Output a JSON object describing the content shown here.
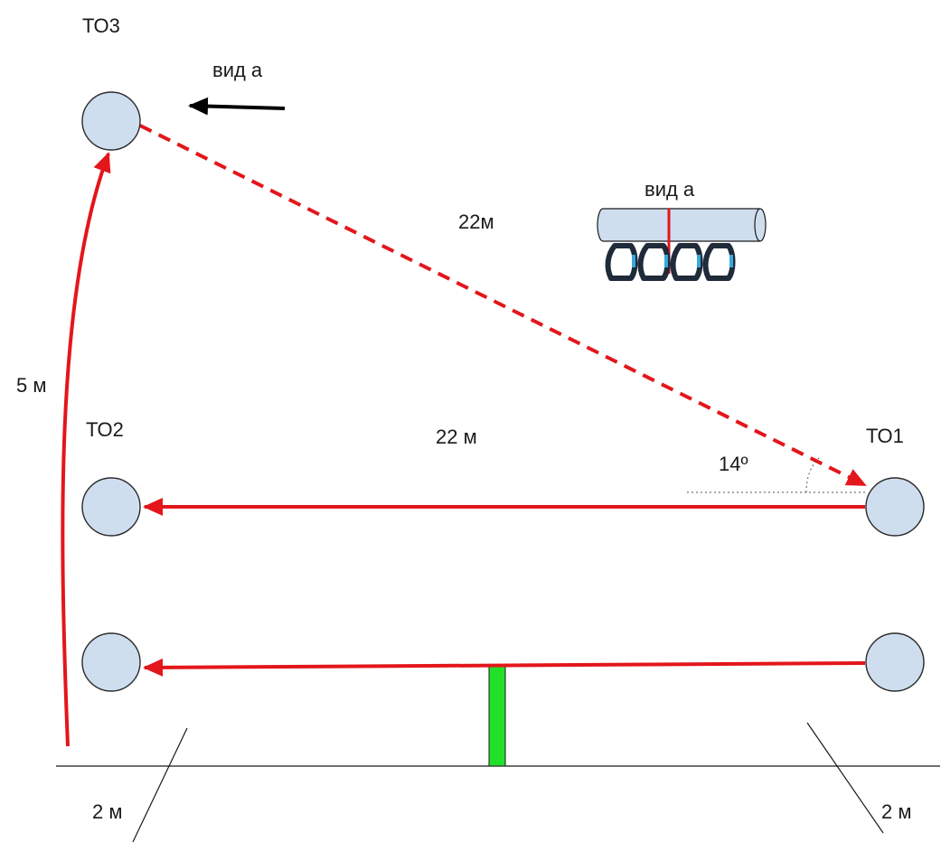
{
  "labels": {
    "to3": "ТО3",
    "to2": "ТО2",
    "to1": "ТО1",
    "view_a_arrow": "вид а",
    "view_a_inset": "вид а",
    "dist_diagonal": "22м",
    "dist_horizontal": "22 м",
    "height_left": "5 м",
    "angle": "14º",
    "offset_left": "2 м",
    "offset_right": "2 м"
  },
  "colors": {
    "rope": "#e3161b",
    "node_fill": "#cfdeef",
    "post": "#22e02a",
    "carabiner": "#1f2a3a",
    "carabiner_gate": "#37a9dd"
  }
}
